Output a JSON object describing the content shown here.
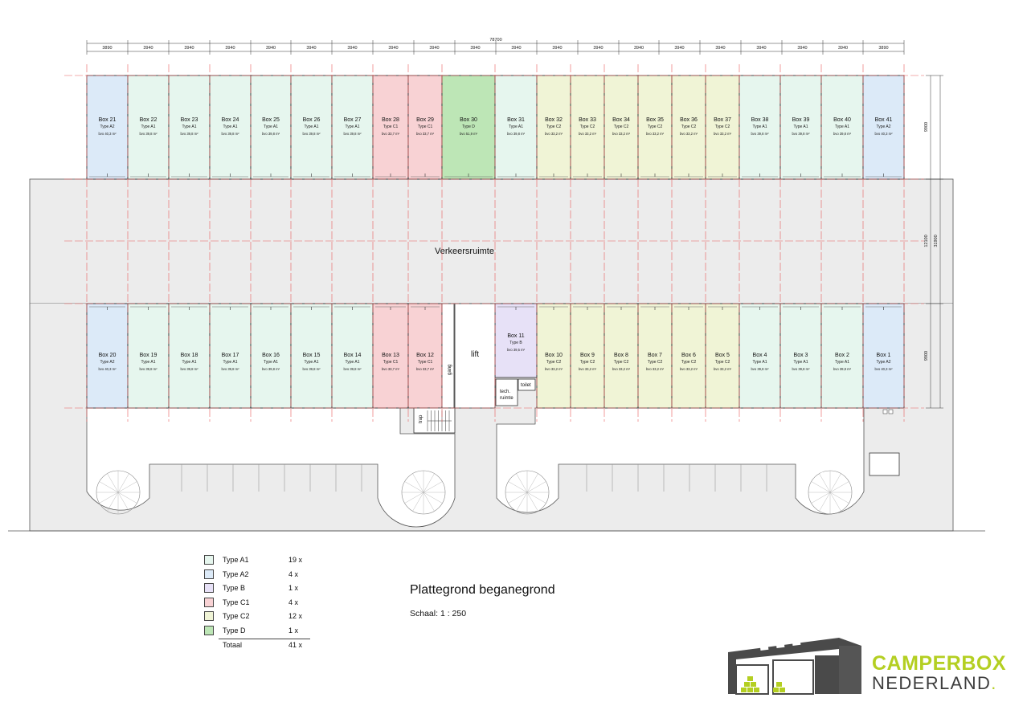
{
  "plan": {
    "overall_dimension": "78700",
    "column_dimensions": [
      "3890",
      "3940",
      "3940",
      "3940",
      "3940",
      "3940",
      "3940",
      "3940",
      "3940",
      "3940",
      "3940",
      "3940",
      "3940",
      "3940",
      "3940",
      "3940",
      "3940",
      "3940",
      "3940",
      "3890"
    ],
    "right_dimensions": [
      "9900",
      "12100",
      "31900",
      "9900"
    ],
    "traffic_area": "Verkeersruimte",
    "top_row_boxes": [
      {
        "label": "Box 21",
        "type": "Type A2",
        "bvo": "bvo 40,3 m²",
        "kind": "A2"
      },
      {
        "label": "Box 22",
        "type": "Type A1",
        "bvo": "bvo 39,8 m²",
        "kind": "A1"
      },
      {
        "label": "Box 23",
        "type": "Type A1",
        "bvo": "bvo 39,8 m²",
        "kind": "A1"
      },
      {
        "label": "Box 24",
        "type": "Type A1",
        "bvo": "bvo 39,8 m²",
        "kind": "A1"
      },
      {
        "label": "Box 25",
        "type": "Type A1",
        "bvo": "bvo 39,8 m²",
        "kind": "A1"
      },
      {
        "label": "Box 26",
        "type": "Type A1",
        "bvo": "bvo 39,8 m²",
        "kind": "A1"
      },
      {
        "label": "Box 27",
        "type": "Type A1",
        "bvo": "bvo 39,8 m²",
        "kind": "A1"
      },
      {
        "label": "Box 28",
        "type": "Type C1",
        "bvo": "bvo 33,7 m²",
        "kind": "C1"
      },
      {
        "label": "Box 29",
        "type": "Type C1",
        "bvo": "bvo 33,7 m²",
        "kind": "C1"
      },
      {
        "label": "Box 30",
        "type": "Type D",
        "bvo": "bvo 51,9 m²",
        "kind": "D"
      },
      {
        "label": "Box 31",
        "type": "Type A1",
        "bvo": "bvo 39,8 m²",
        "kind": "A1"
      },
      {
        "label": "Box 32",
        "type": "Type C2",
        "bvo": "bvo 33,2 m²",
        "kind": "C2"
      },
      {
        "label": "Box 33",
        "type": "Type C2",
        "bvo": "bvo 33,2 m²",
        "kind": "C2"
      },
      {
        "label": "Box 34",
        "type": "Type C2",
        "bvo": "bvo 33,2 m²",
        "kind": "C2"
      },
      {
        "label": "Box 35",
        "type": "Type C2",
        "bvo": "bvo 33,2 m²",
        "kind": "C2"
      },
      {
        "label": "Box 36",
        "type": "Type C2",
        "bvo": "bvo 33,2 m²",
        "kind": "C2"
      },
      {
        "label": "Box 37",
        "type": "Type C2",
        "bvo": "bvo 33,2 m²",
        "kind": "C2"
      },
      {
        "label": "Box 38",
        "type": "Type A1",
        "bvo": "bvo 39,8 m²",
        "kind": "A1"
      },
      {
        "label": "Box 39",
        "type": "Type A1",
        "bvo": "bvo 39,8 m²",
        "kind": "A1"
      },
      {
        "label": "Box 40",
        "type": "Type A1",
        "bvo": "bvo 39,8 m²",
        "kind": "A1"
      },
      {
        "label": "Box 41",
        "type": "Type A2",
        "bvo": "bvo 40,3 m²",
        "kind": "A2"
      }
    ],
    "bottom_row_boxes": [
      {
        "label": "Box 20",
        "type": "Type A2",
        "bvo": "bvo 40,3 m²",
        "kind": "A2"
      },
      {
        "label": "Box 19",
        "type": "Type A1",
        "bvo": "bvo 39,8 m²",
        "kind": "A1"
      },
      {
        "label": "Box 18",
        "type": "Type A1",
        "bvo": "bvo 39,8 m²",
        "kind": "A1"
      },
      {
        "label": "Box 17",
        "type": "Type A1",
        "bvo": "bvo 39,8 m²",
        "kind": "A1"
      },
      {
        "label": "Box 16",
        "type": "Type A1",
        "bvo": "bvo 39,8 m²",
        "kind": "A1"
      },
      {
        "label": "Box 15",
        "type": "Type A1",
        "bvo": "bvo 39,8 m²",
        "kind": "A1"
      },
      {
        "label": "Box 14",
        "type": "Type A1",
        "bvo": "bvo 39,8 m²",
        "kind": "A1"
      },
      {
        "label": "Box 13",
        "type": "Type C1",
        "bvo": "bvo 33,7 m²",
        "kind": "C1"
      },
      {
        "label": "Box 12",
        "type": "Type C1",
        "bvo": "bvo 33,7 m²",
        "kind": "C1"
      },
      {
        "label": "Box 11",
        "type": "Type B",
        "bvo": "bvo 39,5 m²",
        "kind": "B"
      },
      {
        "label": "Box 10",
        "type": "Type C2",
        "bvo": "bvo 33,2 m²",
        "kind": "C2"
      },
      {
        "label": "Box 9",
        "type": "Type C2",
        "bvo": "bvo 33,2 m²",
        "kind": "C2"
      },
      {
        "label": "Box 8",
        "type": "Type C2",
        "bvo": "bvo 33,2 m²",
        "kind": "C2"
      },
      {
        "label": "Box 7",
        "type": "Type C2",
        "bvo": "bvo 33,2 m²",
        "kind": "C2"
      },
      {
        "label": "Box 6",
        "type": "Type C2",
        "bvo": "bvo 33,2 m²",
        "kind": "C2"
      },
      {
        "label": "Box 5",
        "type": "Type C2",
        "bvo": "bvo 33,2 m²",
        "kind": "C2"
      },
      {
        "label": "Box 4",
        "type": "Type A1",
        "bvo": "bvo 39,8 m²",
        "kind": "A1"
      },
      {
        "label": "Box 3",
        "type": "Type A1",
        "bvo": "bvo 39,8 m²",
        "kind": "A1"
      },
      {
        "label": "Box 2",
        "type": "Type A1",
        "bvo": "bvo 39,8 m²",
        "kind": "A1"
      },
      {
        "label": "Box 1",
        "type": "Type A2",
        "bvo": "bvo 40,3 m²",
        "kind": "A2"
      }
    ],
    "rooms": {
      "lift": "lift",
      "gang": "gang",
      "tech": "tech.",
      "ruimte": "ruimte",
      "toilet": "toilet",
      "trap": "trap"
    }
  },
  "colors": {
    "A1": "#e6f6ee",
    "A2": "#dceaf8",
    "B": "#e7e1f7",
    "C1": "#f8d2d4",
    "C2": "#f0f4d6",
    "D": "#bde6b6",
    "traffic": "#ececec",
    "red_grid": "#e85a5a"
  },
  "legend": {
    "items": [
      {
        "type": "Type  A1",
        "count": "19 x",
        "kind": "A1"
      },
      {
        "type": "Type  A2",
        "count": "4 x",
        "kind": "A2"
      },
      {
        "type": "Type  B",
        "count": "1 x",
        "kind": "B"
      },
      {
        "type": "Type  C1",
        "count": "4 x",
        "kind": "C1"
      },
      {
        "type": "Type  C2",
        "count": "12 x",
        "kind": "C2"
      },
      {
        "type": "Type  D",
        "count": "1 x",
        "kind": "D"
      }
    ],
    "total_label": "Totaal",
    "total_count": "41 x"
  },
  "title": "Plattegrond beganegrond",
  "scale": "Schaal: 1 : 250",
  "logo": {
    "line1": "CAMPERBOX",
    "line2": "NEDERLAND",
    "dot": "."
  }
}
